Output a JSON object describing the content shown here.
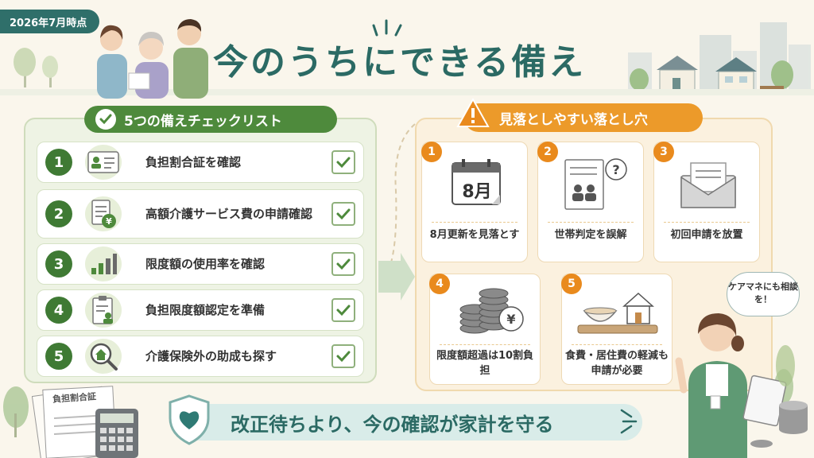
{
  "date_tag": "2026年7月時点",
  "title": "今のうちにできる備え",
  "checklist": {
    "header": "5つの備えチェックリスト",
    "items": [
      {
        "num": "1",
        "label": "負担割合証を確認",
        "icon": "id-card-icon"
      },
      {
        "num": "2",
        "label": "高額介護サービス費の申請確認",
        "icon": "yen-document-icon"
      },
      {
        "num": "3",
        "label": "限度額の使用率を確認",
        "icon": "bar-chart-icon"
      },
      {
        "num": "4",
        "label": "負担限度額認定を準備",
        "icon": "clipboard-person-icon"
      },
      {
        "num": "5",
        "label": "介護保険外の助成も探す",
        "icon": "house-magnifier-icon"
      }
    ]
  },
  "pitfalls": {
    "header": "見落としやすい落とし穴",
    "items": [
      {
        "num": "1",
        "label": "8月更新を見落とす",
        "icon": "calendar-icon",
        "calendar_text": "8月"
      },
      {
        "num": "2",
        "label": "世帯判定を誤解",
        "icon": "household-question-icon"
      },
      {
        "num": "3",
        "label": "初回申請を放置",
        "icon": "envelope-icon"
      },
      {
        "num": "4",
        "label": "限度額超過は10割負担",
        "icon": "coins-yen-icon"
      },
      {
        "num": "5",
        "label": "食費・居住費の軽減も申請が必要",
        "icon": "meal-house-icon"
      }
    ]
  },
  "bubble": "ケアマネにも相談を！",
  "banner": "改正待ちより、今の確認が家計を守る",
  "doc_label": "負担割合証",
  "colors": {
    "teal": "#2b6a64",
    "green": "#4e8a3c",
    "orange": "#ec9a2a",
    "cream": "#faf6ec"
  }
}
